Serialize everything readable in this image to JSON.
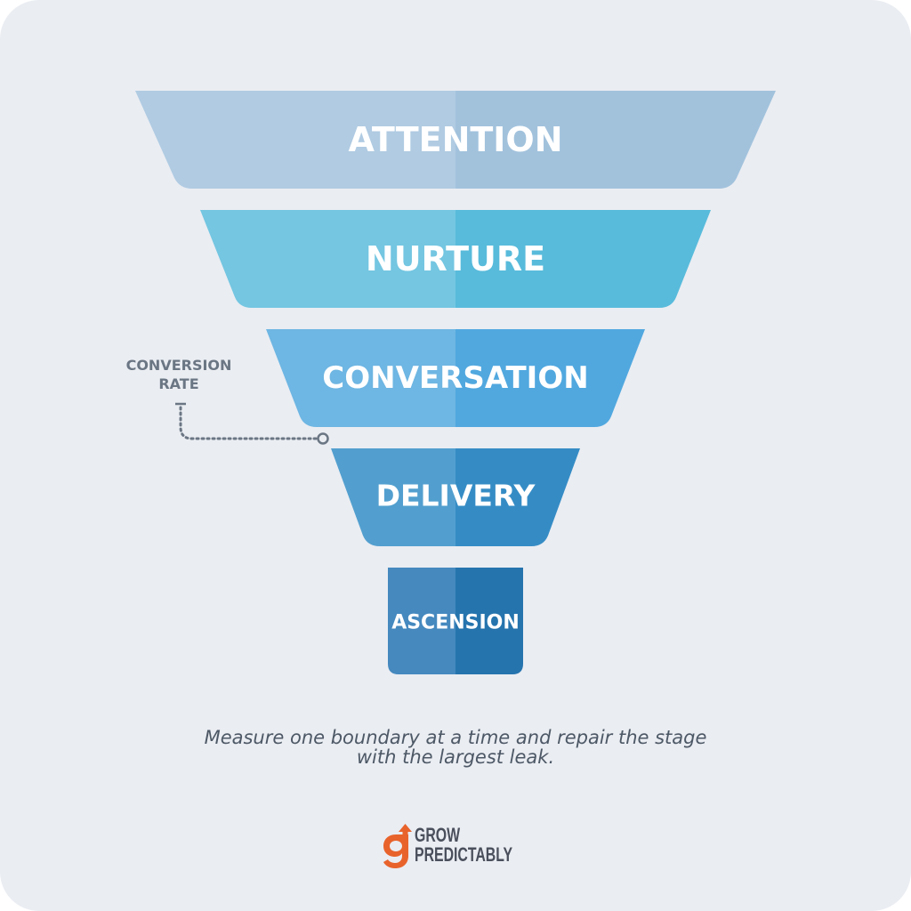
{
  "stages": [
    {
      "label": "ATTENTION",
      "color_left": "#b0cbe2",
      "color_right": "#a2c2dc"
    },
    {
      "label": "NURTURE",
      "color_left": "#74c6e1",
      "color_right": "#58bbdb"
    },
    {
      "label": "CONVERSATION",
      "color_left": "#6eb6e3",
      "color_right": "#51a8df"
    },
    {
      "label": "DELIVERY",
      "color_left": "#529fcf",
      "color_right": "#358cc5"
    },
    {
      "label": "ASCENSION",
      "color_left": "#4589bf",
      "color_right": "#2574ae"
    }
  ],
  "annotation": {
    "line1": "CONVERSION",
    "line2": "RATE",
    "color": "#6b7684"
  },
  "caption": {
    "line1": "Measure one boundary at a time and repair the stage",
    "line2": "with the largest leak."
  },
  "logo": {
    "line1": "GROW",
    "line2": "PREDICTABLY",
    "icon": "growth-arrow-g-icon",
    "accent": "#e8632b"
  }
}
